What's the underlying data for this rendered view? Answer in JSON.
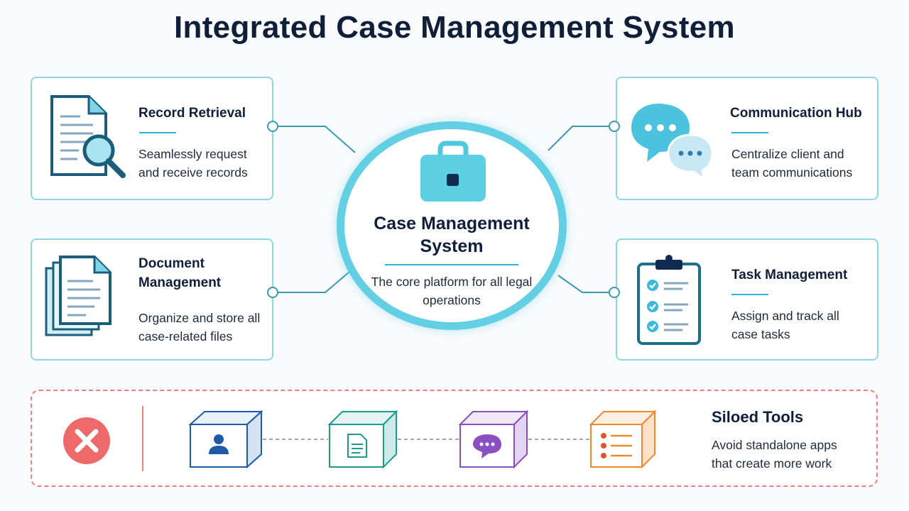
{
  "title": "Integrated Case Management System",
  "colors": {
    "accent": "#2fb8d3",
    "hub_ring": "#62cfe4",
    "card_border": "#8fd6e4",
    "text_dark": "#0f1f3a",
    "warning_red": "#ef7f7f",
    "silo_blue": "#1e5aa8",
    "silo_teal": "#1d9b8f",
    "silo_purple": "#8a4fc0",
    "silo_orange": "#ef8a2c"
  },
  "hub": {
    "title": "Case Management System",
    "description": "The core platform for all legal operations",
    "icon": "briefcase-icon"
  },
  "modules": {
    "record_retrieval": {
      "title": "Record Retrieval",
      "description": "Seamlessly request and receive records",
      "icon": "document-search-icon"
    },
    "document_management": {
      "title": "Document Management",
      "description": "Organize and store all case-related files",
      "icon": "document-stack-icon"
    },
    "communication_hub": {
      "title": "Communication Hub",
      "description": "Centralize client and team communications",
      "icon": "chat-bubbles-icon"
    },
    "task_management": {
      "title": "Task Management",
      "description": "Assign and track all case tasks",
      "icon": "clipboard-checklist-icon"
    }
  },
  "siloed": {
    "title": "Siloed Tools",
    "description": "Avoid standalone apps that create more work",
    "icon": "x-circle-icon",
    "tools": [
      "user-box-icon",
      "document-box-icon",
      "chat-box-icon",
      "checklist-box-icon"
    ]
  }
}
